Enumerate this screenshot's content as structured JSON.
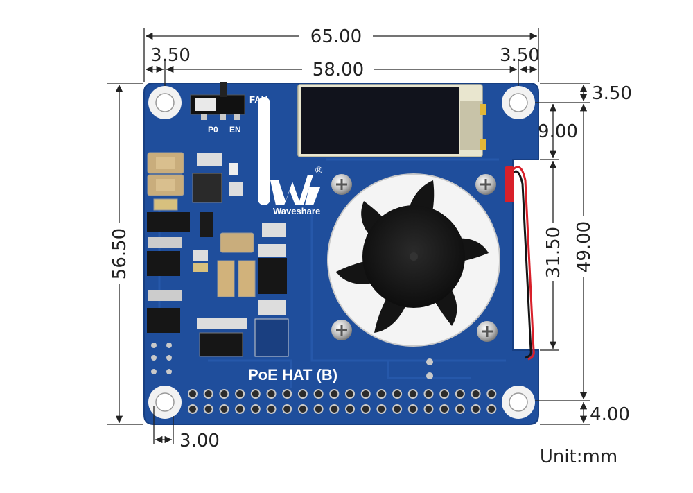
{
  "dimensions": {
    "overall_width": "65.00",
    "left_margin": "3.50",
    "hole_spacing": "58.00",
    "right_margin": "3.50",
    "top_offset": "3.50",
    "oled_height": "9.00",
    "fan_height": "31.50",
    "hole_vertical": "49.00",
    "overall_height": "56.50",
    "bottom_offset": "4.00",
    "hole_offset": "3.00"
  },
  "unit_label": "Unit:mm",
  "board": {
    "silkscreen_title": "PoE HAT (B)",
    "switch_label": "FAN",
    "switch_left": "P0",
    "switch_right": "EN",
    "brand_name": "Waveshare",
    "registered_mark": "®"
  },
  "colors": {
    "pcb": "#1f4e9c",
    "pcb_dark": "#173f82",
    "oled": "#11131c",
    "fan": "#141414",
    "wire_red": "#d8202a",
    "wire_black": "#151515",
    "dim_line": "#222222"
  }
}
